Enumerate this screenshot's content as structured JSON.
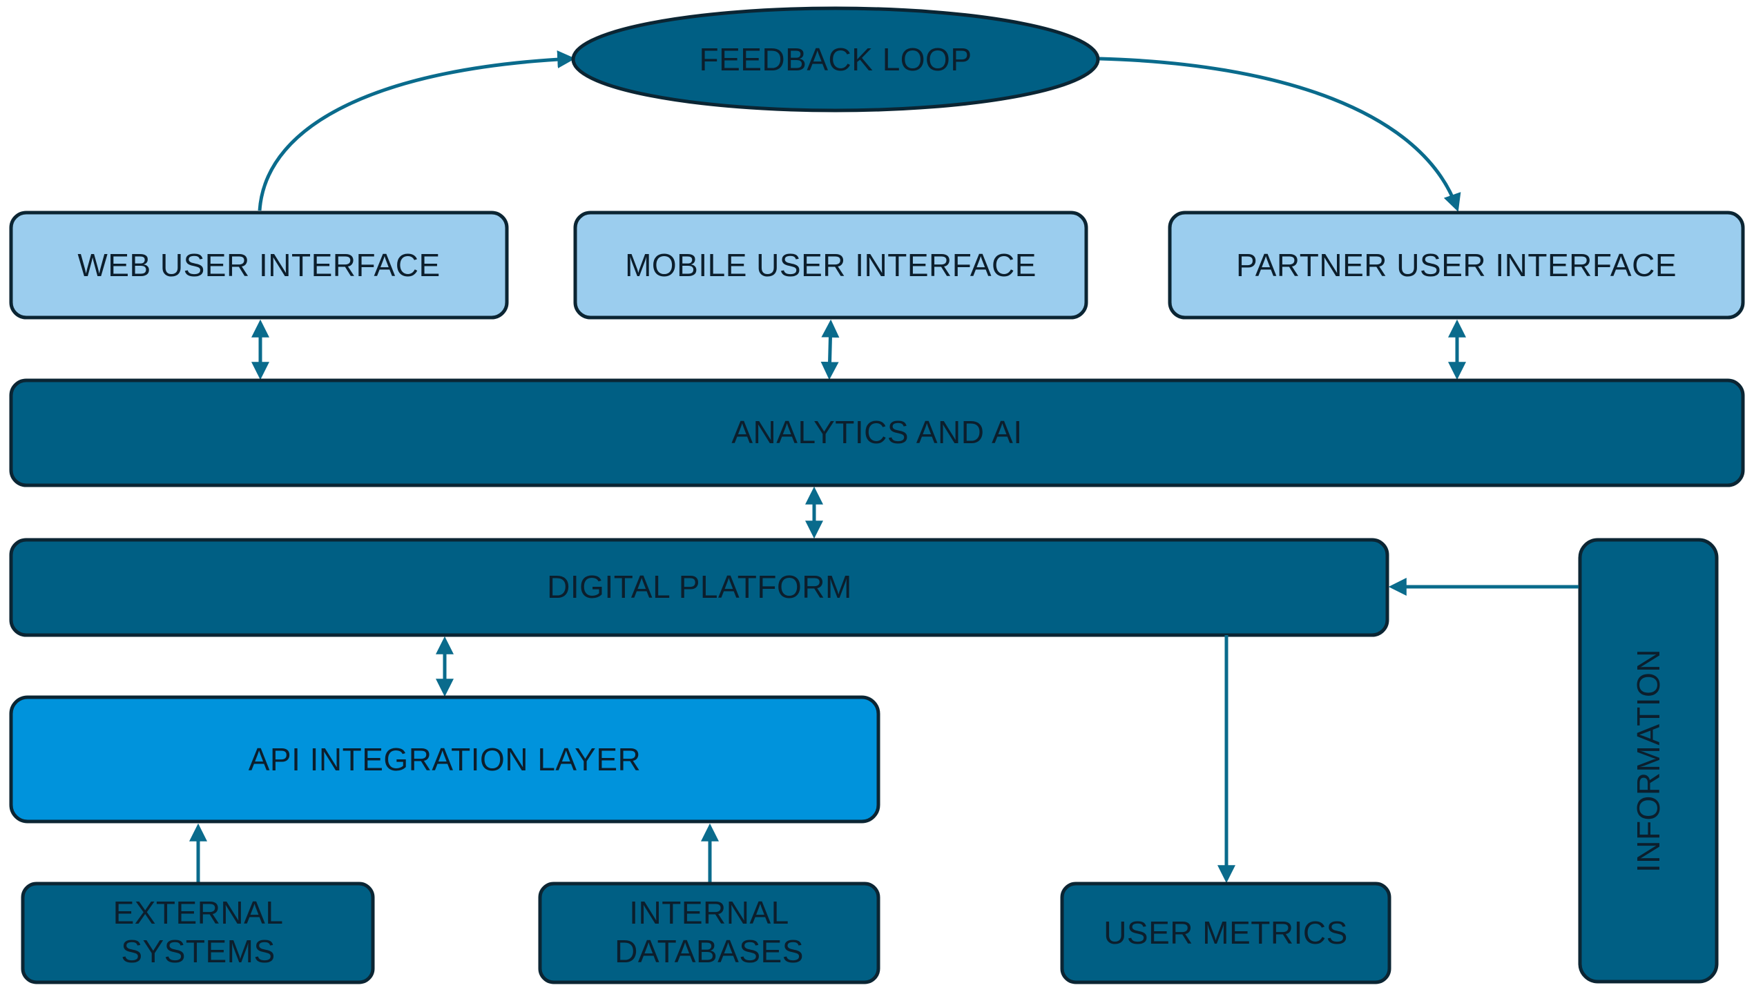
{
  "nodes": {
    "feedback_loop": "FEEDBACK LOOP",
    "web_ui": "WEB USER INTERFACE",
    "mobile_ui": "MOBILE USER INTERFACE",
    "partner_ui": "PARTNER USER INTERFACE",
    "analytics_ai": "ANALYTICS AND AI",
    "digital_platform": "DIGITAL PLATFORM",
    "information": "INFORMATION",
    "api_layer": "API INTEGRATION LAYER",
    "external_systems": [
      "EXTERNAL",
      "SYSTEMS"
    ],
    "internal_databases": [
      "INTERNAL",
      "DATABASES"
    ],
    "user_metrics": "USER METRICS"
  },
  "colors": {
    "dark_box": "#005f84",
    "light_box": "#9bcdee",
    "api_box": "#0093dc",
    "connector": "#0a6b8c",
    "border": "#0b2533"
  }
}
